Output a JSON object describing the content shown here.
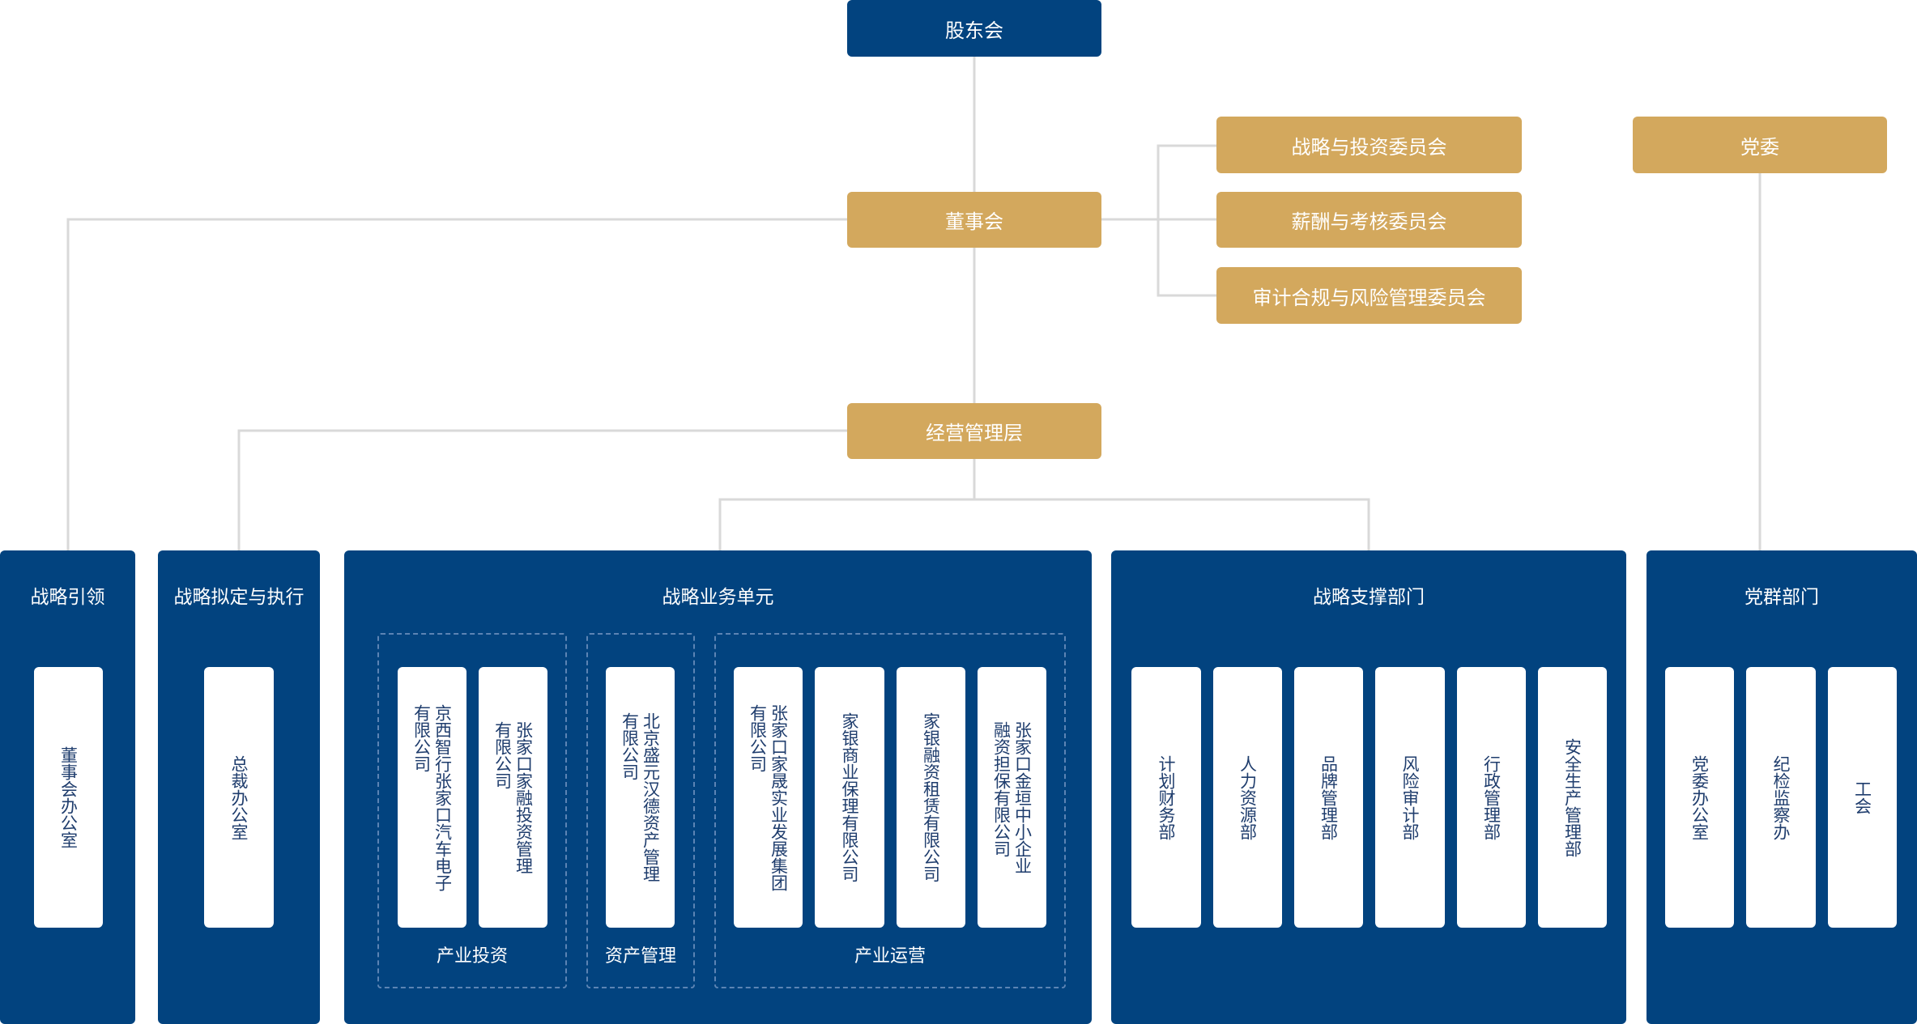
{
  "top": {
    "shareholders": "股东会",
    "board": "董事会",
    "management": "经营管理层",
    "party_committee": "党委"
  },
  "committees": [
    "战略与投资委员会",
    "薪酬与考核委员会",
    "审计合规与风险管理委员会"
  ],
  "panels": {
    "strategic_lead": {
      "title": "战略引领",
      "cards": [
        "董事会办公室"
      ]
    },
    "strategy_exec": {
      "title": "战略拟定与执行",
      "cards": [
        "总裁办公室"
      ]
    },
    "business_units": {
      "title": "战略业务单元",
      "groups": [
        {
          "label": "产业投资",
          "cards": [
            "京西智行张家口汽车电子\n有限公司",
            "张家口家融投资管理\n有限公司"
          ]
        },
        {
          "label": "资产管理",
          "cards": [
            "北京盛元汉德资产管理\n有限公司"
          ]
        },
        {
          "label": "产业运营",
          "cards": [
            "张家口家晟实业发展集团\n有限公司",
            "家银商业保理有限公司",
            "家银融资租赁有限公司",
            "张家口金垣中小企业\n融资担保有限公司"
          ]
        }
      ]
    },
    "support": {
      "title": "战略支撑部门",
      "cards": [
        "计划财务部",
        "人力资源部",
        "品牌管理部",
        "风险审计部",
        "行政管理部",
        "安全生产管理部"
      ]
    },
    "party": {
      "title": "党群部门",
      "cards": [
        "党委办公室",
        "纪检监察办",
        "工会"
      ]
    }
  },
  "colors": {
    "navy": "#02437f",
    "gold": "#d3a85d",
    "connector": "#d9d9d9"
  }
}
